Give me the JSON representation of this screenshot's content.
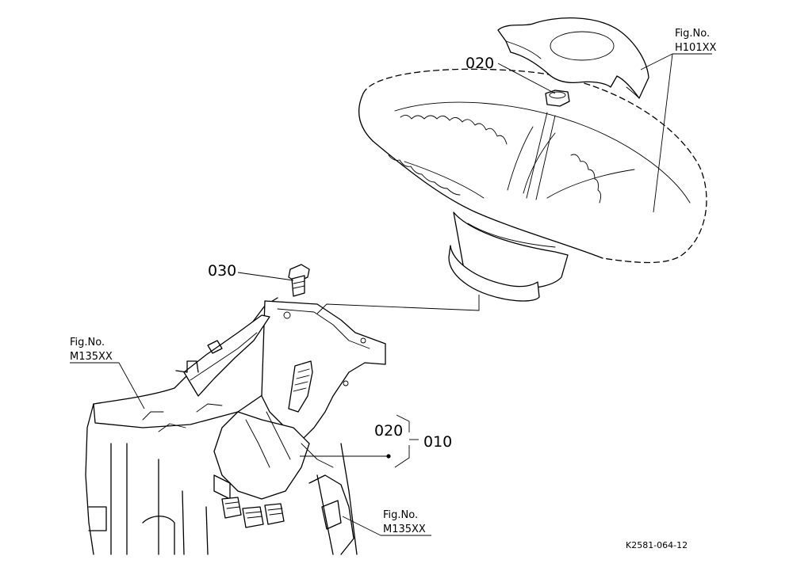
{
  "labels": {
    "part_020_top": "020",
    "part_030": "030",
    "part_020_group": "020",
    "part_010": "010"
  },
  "references": {
    "fig_no_top": "Fig.No.",
    "fig_top": "H101XX",
    "fig_no_left": "Fig.No.",
    "fig_left": "M135XX",
    "fig_no_bottom": "Fig.No.",
    "fig_bottom": "M135XX"
  },
  "drawing_code": "K2581-064-12"
}
